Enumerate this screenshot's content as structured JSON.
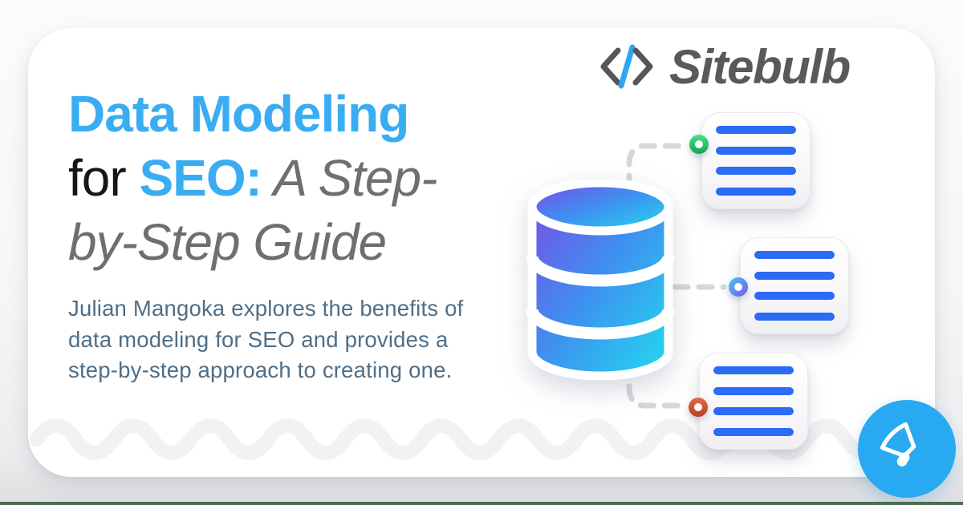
{
  "brand": {
    "name": "Sitebulb",
    "icon": "code-brackets-icon",
    "text_color": "#58595c",
    "slash_color": "#2ea7f3"
  },
  "title": {
    "line1": "Data Modeling",
    "line2_prefix": "for ",
    "line2_highlight": "SEO:",
    "line2_suffix": " A Step-",
    "line3": "by-Step Guide",
    "highlight_color": "#3aadf2",
    "dark_color": "#161616",
    "gray_color": "#6e6f72"
  },
  "description": {
    "lines": [
      "Julian Mangoka explores the benefits of",
      "data modeling for SEO and provides a",
      "step-by-step approach to creating one."
    ],
    "color": "#4f6e86"
  },
  "illustration": {
    "database_icon": "database-cylinder-icon",
    "database_gradient_from": "#7b49e6",
    "database_gradient_mid": "#3d92f0",
    "database_gradient_to": "#22daf0",
    "connector_dash_color": "#d6d7d9",
    "document_line_color": "#2b6bf5",
    "documents": [
      {
        "name": "document-card-top",
        "ring_color_name": "green",
        "ring_color": "#2ec573",
        "line_count": 4
      },
      {
        "name": "document-card-middle",
        "ring_color_name": "blue-purple",
        "ring_color": "#6b7bf3",
        "line_count": 4
      },
      {
        "name": "document-card-bottom",
        "ring_color_name": "red-orange",
        "ring_color": "#cf4a28",
        "line_count": 4
      }
    ],
    "wave_color": "#f2f2f4"
  },
  "badge": {
    "icon": "megaphone-icon",
    "background": "#29a9f1"
  },
  "page": {
    "card_background": "#ffffff",
    "bottom_edge_color": "#4c6b54"
  }
}
